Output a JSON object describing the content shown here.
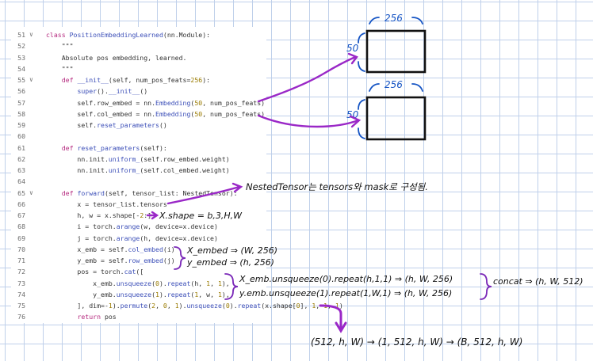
{
  "code_lines": [
    {
      "n": "51",
      "fold": "∨",
      "t": "class PositionEmbeddingLearned(nn.Module):"
    },
    {
      "n": "52",
      "fold": "",
      "t": "    \"\"\""
    },
    {
      "n": "53",
      "fold": "",
      "t": "    Absolute pos embedding, learned."
    },
    {
      "n": "54",
      "fold": "",
      "t": "    \"\"\""
    },
    {
      "n": "55",
      "fold": "∨",
      "t": "    def __init__(self, num_pos_feats=256):"
    },
    {
      "n": "56",
      "fold": "",
      "t": "        super().__init__()"
    },
    {
      "n": "57",
      "fold": "",
      "t": "        self.row_embed = nn.Embedding(50, num_pos_feats)"
    },
    {
      "n": "58",
      "fold": "",
      "t": "        self.col_embed = nn.Embedding(50, num_pos_feats)"
    },
    {
      "n": "59",
      "fold": "",
      "t": "        self.reset_parameters()"
    },
    {
      "n": "60",
      "fold": "",
      "t": ""
    },
    {
      "n": "61",
      "fold": "",
      "t": "    def reset_parameters(self):"
    },
    {
      "n": "62",
      "fold": "",
      "t": "        nn.init.uniform_(self.row_embed.weight)"
    },
    {
      "n": "63",
      "fold": "",
      "t": "        nn.init.uniform_(self.col_embed.weight)"
    },
    {
      "n": "64",
      "fold": "",
      "t": ""
    },
    {
      "n": "65",
      "fold": "∨",
      "t": "    def forward(self, tensor_list: NestedTensor):"
    },
    {
      "n": "66",
      "fold": "",
      "t": "        x = tensor_list.tensors"
    },
    {
      "n": "67",
      "fold": "",
      "t": "        h, w = x.shape[-2:]"
    },
    {
      "n": "68",
      "fold": "",
      "t": "        i = torch.arange(w, device=x.device)"
    },
    {
      "n": "69",
      "fold": "",
      "t": "        j = torch.arange(h, device=x.device)"
    },
    {
      "n": "70",
      "fold": "",
      "t": "        x_emb = self.col_embed(i)"
    },
    {
      "n": "71",
      "fold": "",
      "t": "        y_emb = self.row_embed(j)"
    },
    {
      "n": "72",
      "fold": "",
      "t": "        pos = torch.cat(["
    },
    {
      "n": "73",
      "fold": "",
      "t": "            x_emb.unsqueeze(0).repeat(h, 1, 1),"
    },
    {
      "n": "74",
      "fold": "",
      "t": "            y_emb.unsqueeze(1).repeat(1, w, 1),"
    },
    {
      "n": "75",
      "fold": "",
      "t": "        ], dim=-1).permute(2, 0, 1).unsqueeze(0).repeat(x.shape[0], 1, 1, 1)"
    },
    {
      "n": "76",
      "fold": "",
      "t": "        return pos"
    }
  ],
  "annotations": {
    "box_top_width": "256",
    "box_top_height": "50",
    "box_bottom_width": "256",
    "box_bottom_height": "50",
    "nested_tensor_note": "NestedTensor는 tensors와 mask로 구성됨.",
    "x_shape_note": "X.shape = b,3,H,W",
    "x_embed_note": "X_embed ⇒ (W, 256)",
    "y_embed_note": "y_embed ⇒ (h, 256)",
    "x_unsqueeze_note": "X_emb.unsqueeze(0).repeat(h,1,1) ⇒ (h, W, 256)",
    "y_unsqueeze_note": "y.emb.unsqueeze(1).repeat(1,W,1) ⇒ (h, W, 256)",
    "concat_note": "concat ⇒ (h, W, 512)",
    "permute_note": "(512, h, W) → (1, 512, h, W) → (B, 512, h, W)"
  },
  "colors": {
    "keyword": "#b52a7f",
    "function": "#3c4fb8",
    "arrow": "#9a28c7",
    "bracket": "#1554c4",
    "grid": "#bfd0ea"
  }
}
